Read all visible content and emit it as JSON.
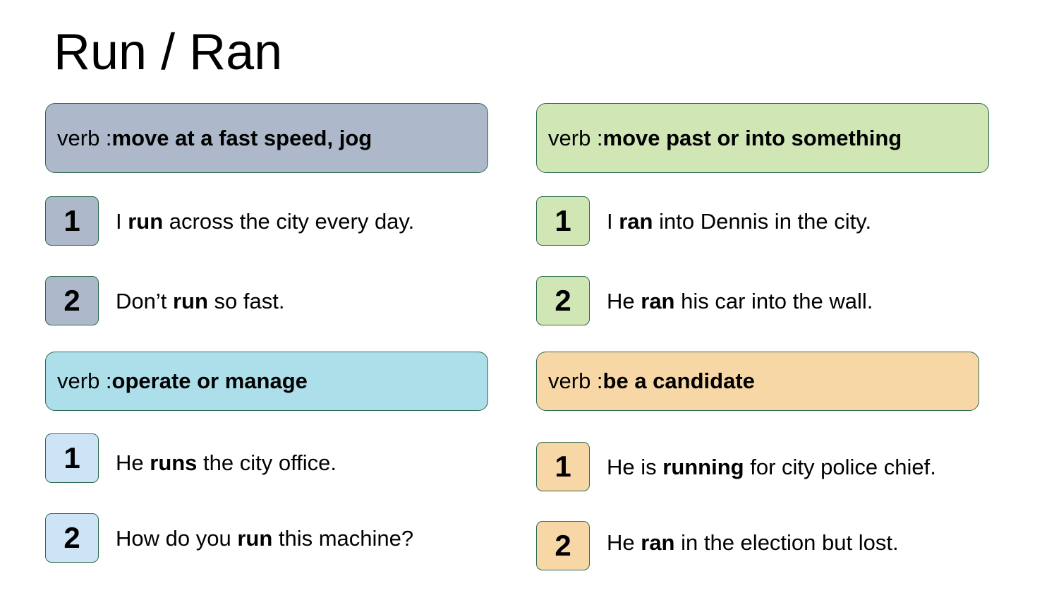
{
  "title": "Run / Ran",
  "colors": {
    "gray_blue": "#adb9ca",
    "green": "#d0e6b5",
    "cyan": "#addfeb",
    "light_blue": "#cce4f5",
    "peach": "#f8d7a6",
    "border": "#2e6b4f"
  },
  "senses": [
    {
      "prefix": "verb : ",
      "definition": "move at a fast speed, jog",
      "examples": [
        {
          "number": "1",
          "before": "I ",
          "keyword": "run",
          "after": " across the city every day."
        },
        {
          "number": "2",
          "before": "Don’t ",
          "keyword": "run",
          "after": " so fast."
        }
      ]
    },
    {
      "prefix": "verb : ",
      "definition": "move past or into something",
      "examples": [
        {
          "number": "1",
          "before": "I ",
          "keyword": "ran",
          "after": " into Dennis in the city."
        },
        {
          "number": "2",
          "before": "He ",
          "keyword": "ran",
          "after": " his car into the wall."
        }
      ]
    },
    {
      "prefix": "verb : ",
      "definition": "operate or manage",
      "examples": [
        {
          "number": "1",
          "before": "He ",
          "keyword": "runs",
          "after": " the city office."
        },
        {
          "number": "2",
          "before": "How do you ",
          "keyword": "run",
          "after": " this machine?"
        }
      ]
    },
    {
      "prefix": "verb : ",
      "definition": "be a candidate",
      "examples": [
        {
          "number": "1",
          "before": "He is ",
          "keyword": "running",
          "after": " for city police chief."
        },
        {
          "number": "2",
          "before": "He ",
          "keyword": "ran",
          "after": " in the election but lost."
        }
      ]
    }
  ]
}
